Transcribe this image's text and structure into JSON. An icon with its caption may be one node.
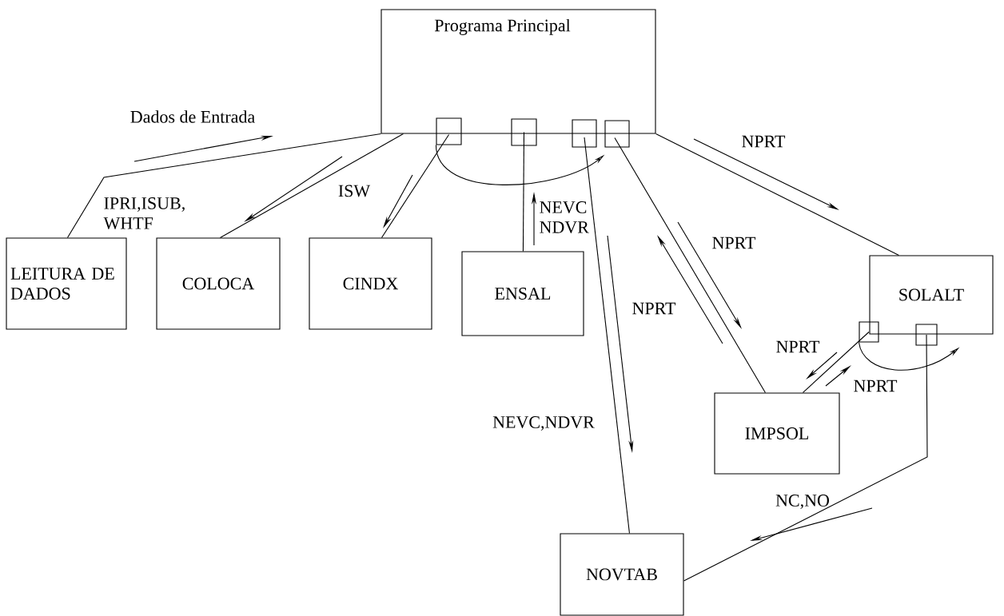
{
  "diagram": {
    "nodes": [
      {
        "text": [
          "Programa Principal"
        ]
      },
      {
        "text": [],
        "shape": "box"
      },
      {
        "text": [],
        "shape": "box"
      },
      {
        "text": [],
        "shape": "box"
      },
      {
        "text": [],
        "shape": "box"
      },
      {
        "text": [
          "LEITURA DE DADOS"
        ]
      },
      {
        "text": [
          "COLOCA"
        ]
      },
      {
        "text": [
          "CINDX"
        ]
      },
      {
        "text": [
          "ENSAL"
        ]
      },
      {
        "text": [
          "SOLALT"
        ]
      },
      {
        "text": [],
        "shape": "box"
      },
      {
        "text": [],
        "shape": "box"
      },
      {
        "text": [
          "IMPSOL"
        ]
      },
      {
        "text": [
          "NOVTAB"
        ]
      }
    ],
    "edges": [
      {
        "from": 0,
        "to": 5,
        "arrow": "none"
      },
      {
        "from": 0,
        "to": 6,
        "arrow": "none"
      },
      {
        "from": 0,
        "to": 9,
        "arrow": "none"
      },
      {
        "from": 1,
        "to": 7,
        "arrow": "none"
      },
      {
        "from": 2,
        "to": 8,
        "arrow": "none"
      },
      {
        "from": 3,
        "to": 13,
        "arrow": "none"
      },
      {
        "from": 4,
        "to": 12,
        "arrow": "none"
      },
      {
        "from": 10,
        "to": 12,
        "arrow": "none"
      },
      {
        "from": 11,
        "to": 13,
        "arrow": "none"
      },
      {
        "from": 1,
        "to": 4,
        "arrow": "to"
      },
      {
        "from": 10,
        "to": 11,
        "arrow": "to"
      }
    ],
    "labels": [
      "Dados de Entrada",
      "NPRT",
      "IPRI,ISUB, WHTF",
      "ISW",
      "NEVC NDVR",
      "NPRT",
      "NPRT",
      "NPRT",
      "NPRT",
      "NEVC,NDVR",
      "NC,NO"
    ]
  }
}
